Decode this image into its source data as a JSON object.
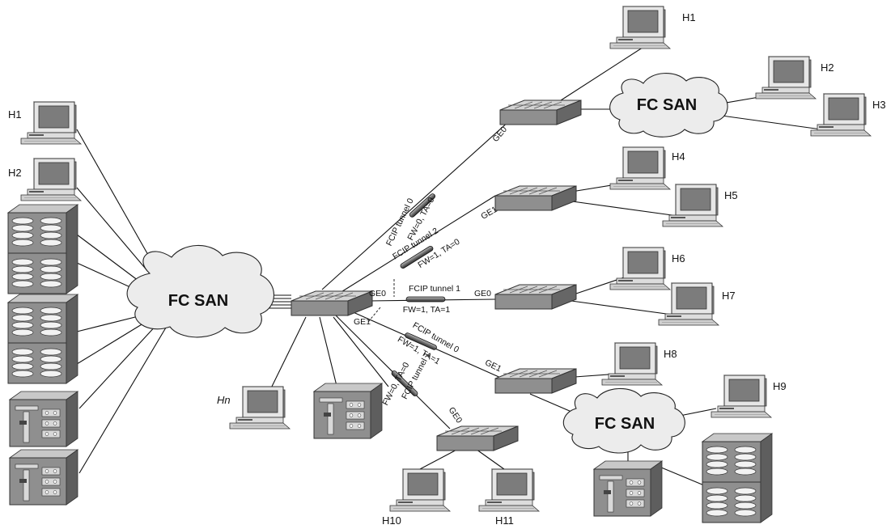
{
  "clouds": {
    "main": "FC SAN",
    "top_right": "FC SAN",
    "bottom_right": "FC SAN"
  },
  "hosts": {
    "left_h1": "H1",
    "left_h2": "H2",
    "hn": "Hn",
    "h1": "H1",
    "h2": "H2",
    "h3": "H3",
    "h4": "H4",
    "h5": "H5",
    "h6": "H6",
    "h7": "H7",
    "h8": "H8",
    "h9": "H9",
    "h10": "H10",
    "h11": "H11"
  },
  "tunnels": [
    {
      "name": "FCIP tunnel 0",
      "params": "FW=0, TA=0"
    },
    {
      "name": "FCIP tunnel 2",
      "params": "FW=1, TA=0"
    },
    {
      "name": "FCIP tunnel 1",
      "params": "FW=1, TA=1"
    },
    {
      "name": "FCIP tunnel 0",
      "params": "FW=1, TA=1"
    },
    {
      "name": "FCIP tunnel 1",
      "params": "FW=0, TA=0"
    }
  ],
  "ports": {
    "center_ge0": "GE0",
    "center_ge1": "GE1",
    "s1_ge0": "GE0",
    "s2_ge1": "GE1",
    "s3_ge0": "GE0",
    "s4_ge1": "GE1",
    "s5_ge0": "GE0"
  }
}
